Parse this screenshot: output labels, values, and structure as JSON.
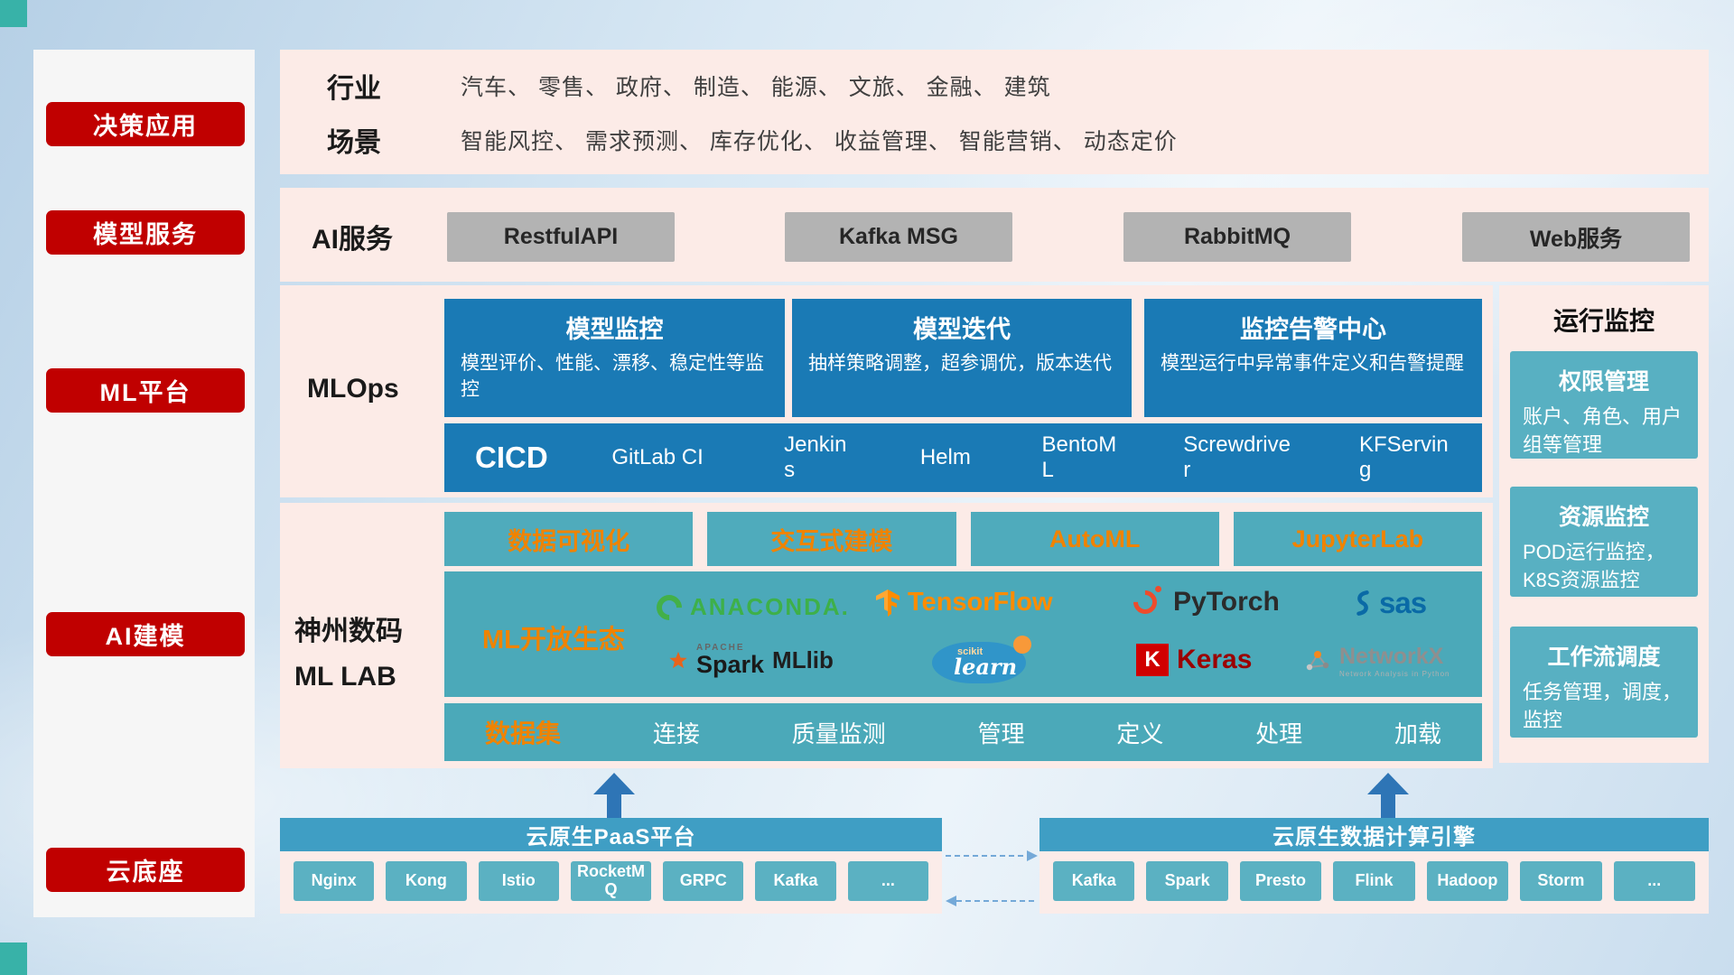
{
  "colors": {
    "accent_red": "#c00000",
    "panel_pink": "#fcebe7",
    "deep_blue": "#1a7ab5",
    "teal": "#4ba9b9",
    "teal_button": "#5bb1c2",
    "bar_blue": "#3f9ec4",
    "orange": "#f08300",
    "gray_button": "#b3b3b3",
    "arrow_blue": "#2e75b6"
  },
  "sidebar": {
    "items": [
      {
        "label": "决策应用"
      },
      {
        "label": "模型服务"
      },
      {
        "label": "ML平台"
      },
      {
        "label": "AI建模"
      },
      {
        "label": "云底座"
      }
    ]
  },
  "industry": {
    "row1_label": "行业",
    "row1_text": "汽车、 零售、 政府、 制造、 能源、 文旅、 金融、 建筑",
    "row2_label": "场景",
    "row2_text": "智能风控、 需求预测、 库存优化、 收益管理、 智能营销、 动态定价"
  },
  "ai_service": {
    "label": "AI服务",
    "items": [
      "RestfulAPI",
      "Kafka MSG",
      "RabbitMQ",
      "Web服务"
    ]
  },
  "mlops": {
    "label": "MLOps",
    "cards": [
      {
        "title": "模型监控",
        "desc": "模型评价、性能、漂移、稳定性等监控"
      },
      {
        "title": "模型迭代",
        "desc": "抽样策略调整，超参调优，版本迭代"
      },
      {
        "title": "监控告警中心",
        "desc": "模型运行中异常事件定义和告警提醒"
      }
    ],
    "cicd": {
      "label": "CICD",
      "tools": [
        "GitLab CI",
        "Jenkins",
        "Helm",
        "BentoML",
        "Screwdriver",
        "KFServing"
      ]
    }
  },
  "mllab": {
    "label_line1": "神州数码",
    "label_line2": "ML LAB",
    "tools": [
      "数据可视化",
      "交互式建模",
      "AutoML",
      "JupyterLab"
    ],
    "ecosystem": {
      "label": "ML开放生态",
      "logos": {
        "anaconda": "ANACONDA.",
        "tensorflow": "TensorFlow",
        "pytorch": "PyTorch",
        "sas": "sas",
        "spark_top": "APACHE",
        "spark": "Spark",
        "mllib": "MLlib",
        "sklearn_top": "scikit",
        "sklearn": "learn",
        "keras": "Keras",
        "networkx": "NetworkX",
        "networkx_sub": "Network Analysis in Python"
      }
    },
    "dataset": {
      "label": "数据集",
      "items": [
        "连接",
        "质量监测",
        "管理",
        "定义",
        "处理",
        "加载"
      ]
    }
  },
  "monitor": {
    "title": "运行监控",
    "cards": [
      {
        "title": "权限管理",
        "desc": "账户、角色、用户组等管理"
      },
      {
        "title": "资源监控",
        "desc": "POD运行监控，K8S资源监控"
      },
      {
        "title": "工作流调度",
        "desc": "任务管理，调度，监控"
      }
    ]
  },
  "cloud": {
    "paas": {
      "title": "云原生PaaS平台",
      "items": [
        "Nginx",
        "Kong",
        "Istio",
        "RocketMQ",
        "GRPC",
        "Kafka",
        "..."
      ]
    },
    "engine": {
      "title": "云原生数据计算引擎",
      "items": [
        "Kafka",
        "Spark",
        "Presto",
        "Flink",
        "Hadoop",
        "Storm",
        "..."
      ]
    }
  }
}
